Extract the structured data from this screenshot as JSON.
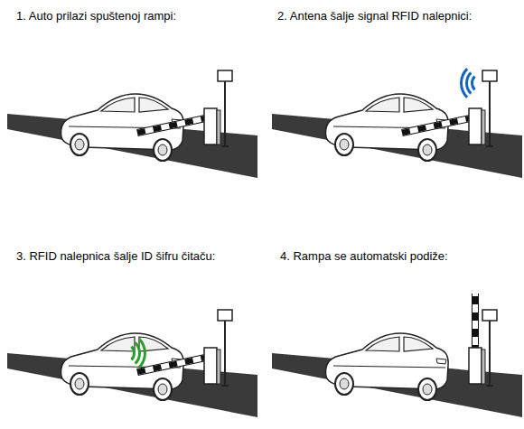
{
  "diagram": {
    "labels": [
      "1. Auto prilazi spuštenoj rampi:",
      "2. Antena šalje signal RFID nalepnici:",
      "3. RFID nalepnica šalje ID šifru čitaču:",
      "4. Rampa se automatski podiže:"
    ]
  }
}
